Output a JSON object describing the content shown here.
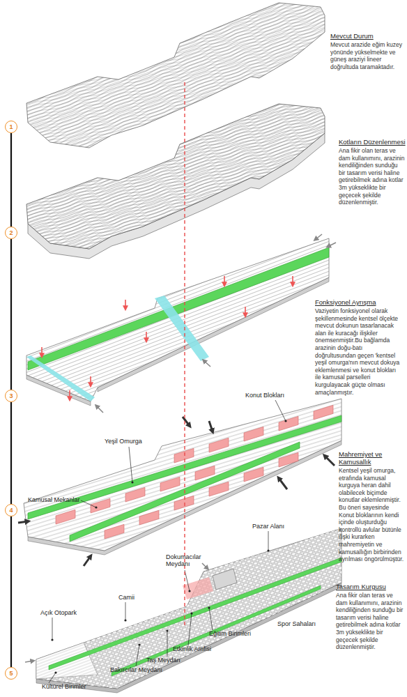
{
  "diagram": {
    "nodes": [
      {
        "text": [
          "1"
        ]
      },
      {
        "text": [
          "2"
        ]
      },
      {
        "text": [
          "3"
        ]
      },
      {
        "text": [
          "4"
        ]
      },
      {
        "text": [
          "5"
        ]
      }
    ],
    "edges": [
      {
        "from": 0,
        "to": 1,
        "arrow": "none"
      },
      {
        "from": 1,
        "to": 2,
        "arrow": "none"
      },
      {
        "from": 2,
        "to": 3,
        "arrow": "none"
      },
      {
        "from": 3,
        "to": 4,
        "arrow": "none"
      }
    ],
    "labels": [
      "Mevcut Durum",
      "Mevcut arazide eğim kuzey yönünde yükselmekte ve güneş araziyi lineer doğrultuda taramaktadır.",
      "Kotların Düzenlenmesi",
      "Ana fikir olan teras ve dam kullanımını, arazinin kendiliğinden sunduğu bir tasarım verisi haline getirebilmek adına kotlar 3m yükseklikte bir geçecek şekilde düzenlenmiştir.",
      "Fonksiyonel Ayrışma",
      "Vaziyetin fonksiyonel olarak şekillenmesinde kentsel ölçekte mevcut dokunun tasarlanacak alan ile kuracağı ilişkiler önemsenmiştir.Bu bağlamda arazinin doğu-batı doğrultusundan geçen 'kentsel yeşil omurga'nın mevcut dokuya eklemlenmesi ve konut blokları ile kamusal parselleri kurgulayacak güçte olması amaçlanmıştır.",
      "Konut Blokları",
      "Yeşil Omurga",
      "Mahremiyet ve Kamusallık",
      "Kentsel yeşil omurga, etrafında kamusal kurguya heran dahil olabilecek biçimde konutlar eklemlenmiştir. Bu öneri sayesinde Konut bloklarının kendi içinde oluşturduğu kontrollü avlular bütünle ilişki kurarken mahremiyetin ve kamusallığın birbirinden ayrılması öngörülmüştür.",
      "Kamusal Mekanlar",
      "Pazar Alanı",
      "Dokumacılar Meydanı",
      "Tasarım Kurgusu",
      "Ana fikir olan teras ve dam kullanımını, arazinin kendiliğinden sunduğu bir tasarım verisi haline getirebilmek adına kotlar 3m yükseklikte bir geçecek şekilde düzenlenmiştir.",
      "Camii",
      "Açık Otopark",
      "Spor Sahaları",
      "Eğitim Birimleri",
      "Etkinlik Amfisi",
      "Taş Meydan",
      "Bakırcılar Meydanı",
      "Kültürel Birimler"
    ]
  }
}
